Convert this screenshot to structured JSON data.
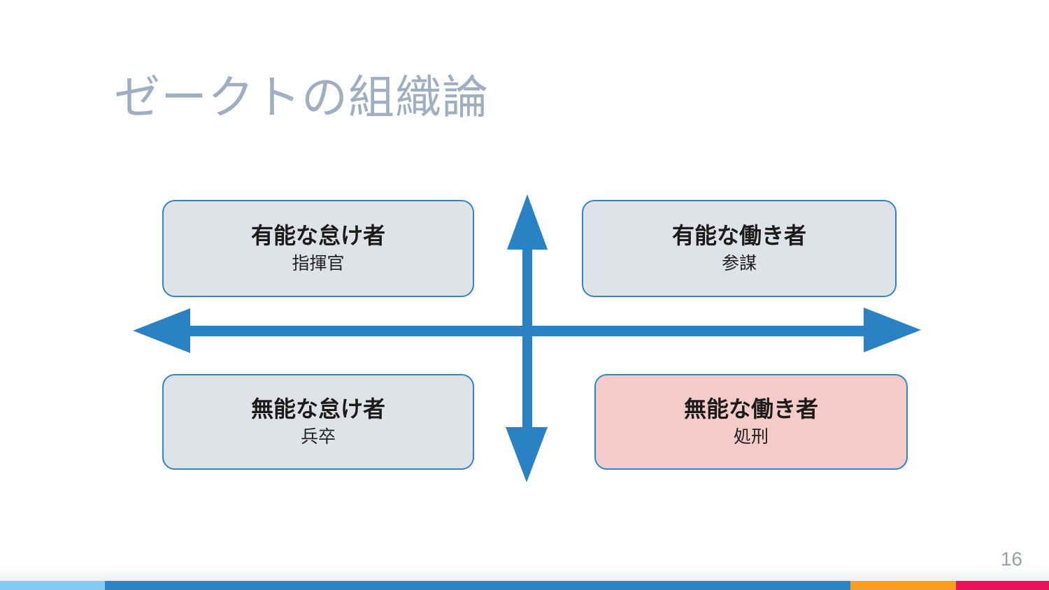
{
  "slide": {
    "title": "ゼークトの組織論",
    "page_number": "16"
  },
  "quadrants": [
    {
      "position": "top-left",
      "title": "有能な怠け者",
      "subtitle": "指揮官",
      "fill": "#dfe2e6",
      "border": "#2e86c3"
    },
    {
      "position": "top-right",
      "title": "有能な働き者",
      "subtitle": "参謀",
      "fill": "#dfe2e6",
      "border": "#2e86c3"
    },
    {
      "position": "bottom-left",
      "title": "無能な怠け者",
      "subtitle": "兵卒",
      "fill": "#dfe2e6",
      "border": "#2e86c3"
    },
    {
      "position": "bottom-right",
      "title": "無能な働き者",
      "subtitle": "処刑",
      "fill": "#f4cbc9",
      "border": "#2e86c3"
    }
  ],
  "colors": {
    "title_text": "#a0aec1",
    "arrow": "#2a82c4",
    "page_number_text": "#97a1a9",
    "footer_bar": [
      "#7ecbf4",
      "#2a84c4",
      "#f99d1d",
      "#eb115c"
    ]
  }
}
